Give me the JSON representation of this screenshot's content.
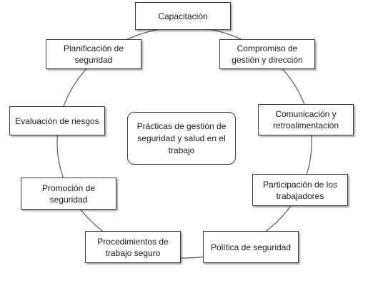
{
  "center": {
    "label": "Prácticas de gestión de seguridad y salud en el trabajo"
  },
  "nodes": [
    {
      "id": "capacitacion",
      "label": "Capacitación"
    },
    {
      "id": "compromiso",
      "label": "Compromiso de gestión y dirección"
    },
    {
      "id": "comunicacion",
      "label": "Comunicación y retroalimentación"
    },
    {
      "id": "participacion",
      "label": "Participación de los trabajadores"
    },
    {
      "id": "politica",
      "label": "Política de seguridad"
    },
    {
      "id": "procedimientos",
      "label": "Procedimientos de trabajo seguro"
    },
    {
      "id": "promocion",
      "label": "Promoción de seguridad"
    },
    {
      "id": "evaluacion",
      "label": "Evaluación de riesgos"
    },
    {
      "id": "planificacion",
      "label": "Planificación de seguridad"
    }
  ]
}
